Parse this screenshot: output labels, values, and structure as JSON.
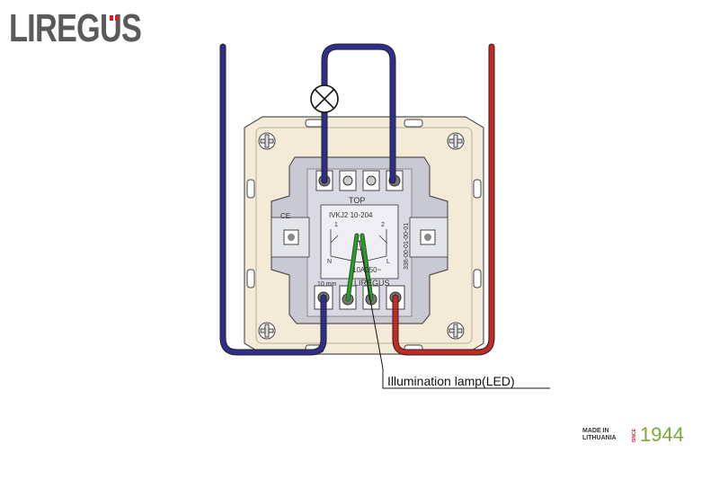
{
  "brand": {
    "logo_text": "LIREGUS",
    "accent_color": "#d22027"
  },
  "badge": {
    "made_in": "MADE IN",
    "country": "LITHUANIA",
    "since": "SINCE",
    "year": "1944",
    "year_color": "#7aa83c"
  },
  "switch": {
    "top_label": "TOP",
    "model": "IVKJ2 10-204",
    "rating": "10A250~",
    "strip_length": "10 mm",
    "brand": "LIREGUS",
    "serial": "336-00-01-00-01",
    "terminal_1": "1",
    "terminal_2": "2",
    "terminal_n": "N",
    "terminal_l": "L"
  },
  "wiring": {
    "neutral_color": "#2e2f8c",
    "live_color": "#c42a24",
    "led_color": "#2f9a2f"
  },
  "annotation": {
    "led_label": "Illumination lamp(LED)"
  }
}
